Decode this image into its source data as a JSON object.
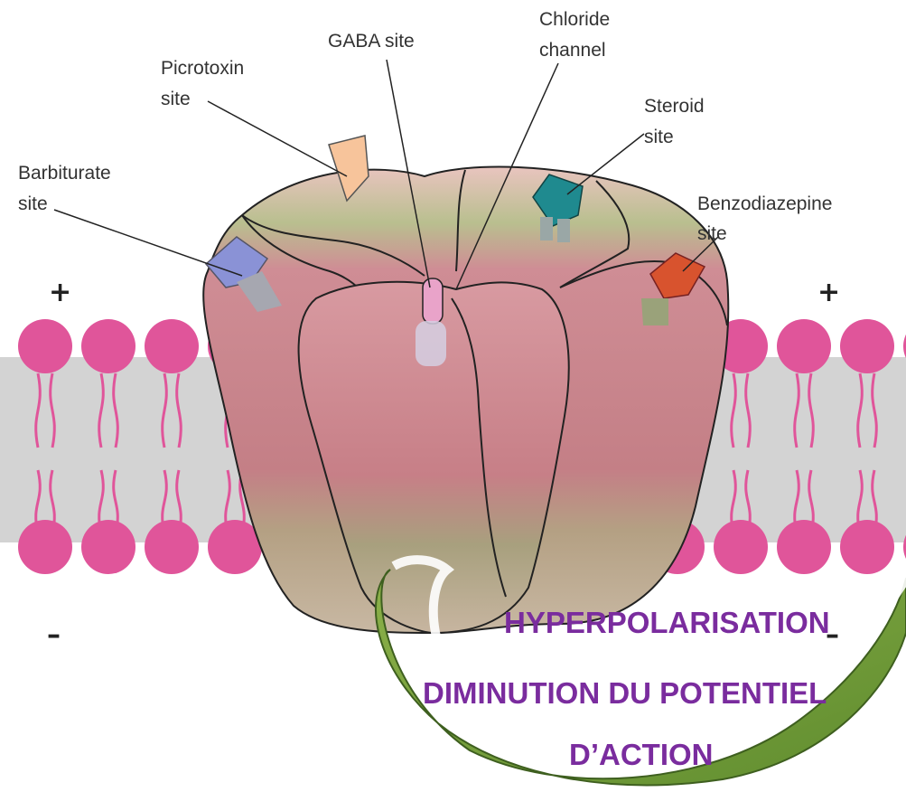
{
  "labels": {
    "gaba_site": "GABA site",
    "chloride_channel_line1": "Chloride",
    "chloride_channel_line2": "channel",
    "picrotoxin_line1": "Picrotoxin",
    "picrotoxin_line2": "site",
    "steroid_line1": "Steroid",
    "steroid_line2": "site",
    "barbiturate_line1": "Barbiturate",
    "barbiturate_line2": "site",
    "benzodiazepine_line1": "Benzodiazepine",
    "benzodiazepine_line2": "site"
  },
  "charges": {
    "top_left": "+",
    "top_right": "+",
    "bottom_left": "–",
    "bottom_right": "–"
  },
  "banner": {
    "line1": "HYPERPOLARISATION",
    "line2": "DIMINUTION  DU POTENTIEL",
    "line3": "D’ACTION"
  },
  "colors": {
    "membrane_head": "#e0559a",
    "membrane_core": "#d3d3d3",
    "receptor_body": "#c7848a",
    "receptor_top": "#b9bf8f",
    "banner_text": "#7a2c9e",
    "banner_arc": "#7ba23f",
    "picrotoxin_site": "#f7c49b",
    "steroid_site": "#1f8a8f",
    "barbiturate_site": "#8a92d6",
    "benzodiazepine_site": "#d8532e",
    "gaba_site": "#e9a3c9"
  }
}
